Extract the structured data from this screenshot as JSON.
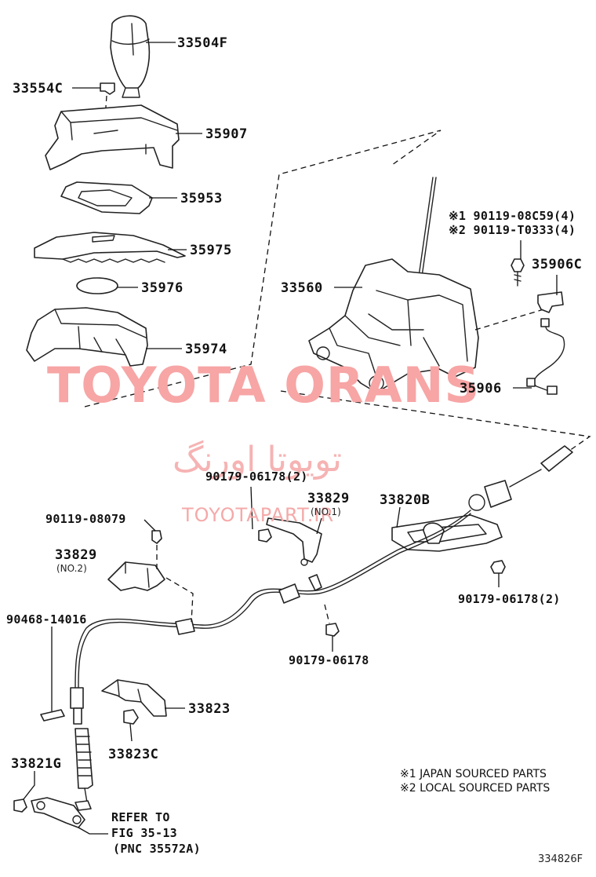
{
  "parts": {
    "p33504F": "33504F",
    "p33554C": "33554C",
    "p35907": "35907",
    "p35953": "35953",
    "p35975": "35975",
    "p35976": "35976",
    "p35974": "35974",
    "p33560": "33560",
    "p90119_08C59": "※1 90119-08C59(4)",
    "p90119_T0333": "※2 90119-T0333(4)",
    "p35906C": "35906C",
    "p35906": "35906",
    "p90179_06178_2_top": "90179-06178(2)",
    "p33829_no1": "33829",
    "p33829_no1_sub": "(NO.1)",
    "p33820B": "33820B",
    "p90119_08079": "90119-08079",
    "p33829_no2": "33829",
    "p33829_no2_sub": "(NO.2)",
    "p90179_06178_2_right": "90179-06178(2)",
    "p90468_14016": "90468-14016",
    "p90179_06178": "90179-06178",
    "p33823": "33823",
    "p33823C": "33823C",
    "p33821G": "33821G"
  },
  "refer": {
    "line1": "REFER TO",
    "line2": "FIG 35-13",
    "line3": "(PNC 35572A)"
  },
  "notes": {
    "n1": "※1 JAPAN SOURCED PARTS",
    "n2": "※2 LOCAL SOURCED PARTS"
  },
  "watermark": {
    "brand": "TOYOTA ORANS",
    "farsi": "تویوتا اورنگ",
    "url": "TOYOTAPART.IR"
  },
  "figure_id": "334826F"
}
